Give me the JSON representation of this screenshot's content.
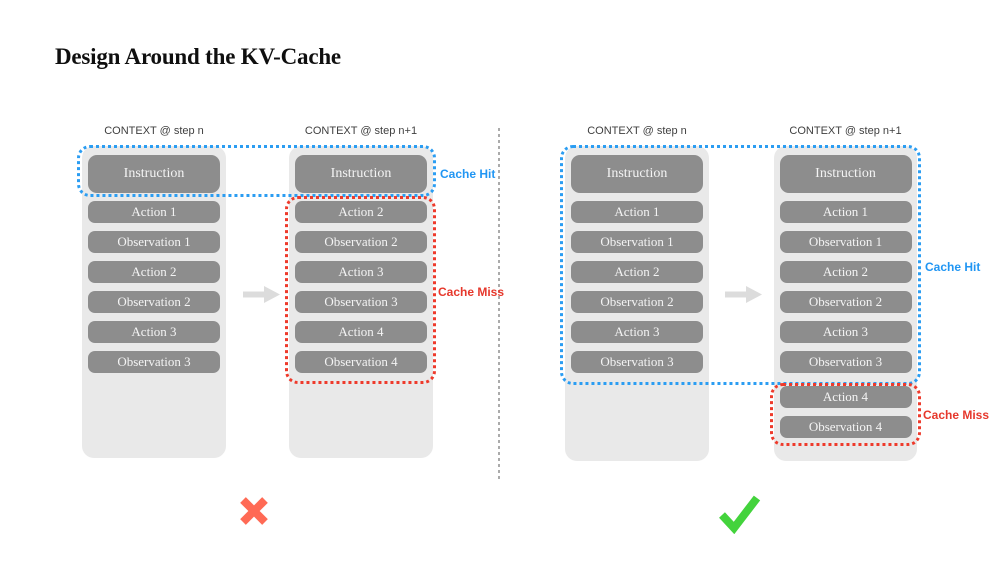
{
  "title": "Design Around the KV-Cache",
  "labels": {
    "cache_hit": "Cache Hit",
    "cache_miss": "Cache Miss"
  },
  "panels": {
    "bad": {
      "verdict": "cross",
      "col1": {
        "header": "CONTEXT @ step n",
        "boxes": [
          "Instruction",
          "Action 1",
          "Observation 1",
          "Action 2",
          "Observation 2",
          "Action 3",
          "Observation 3"
        ]
      },
      "col2": {
        "header": "CONTEXT @ step n+1",
        "boxes": [
          "Instruction",
          "Action 2",
          "Observation 2",
          "Action 3",
          "Observation 3",
          "Action 4",
          "Observation 4"
        ]
      }
    },
    "good": {
      "verdict": "check",
      "col1": {
        "header": "CONTEXT @ step n",
        "boxes": [
          "Instruction",
          "Action 1",
          "Observation 1",
          "Action 2",
          "Observation 2",
          "Action 3",
          "Observation 3"
        ]
      },
      "col2": {
        "header": "CONTEXT @ step n+1",
        "boxes": [
          "Instruction",
          "Action 1",
          "Observation 1",
          "Action 2",
          "Observation 2",
          "Action 3",
          "Observation 3",
          "Action 4",
          "Observation 4"
        ]
      }
    }
  },
  "colors": {
    "cache_hit_blue": "#2196f3",
    "cache_miss_red": "#ee3a2b",
    "cross_red": "#ff6a55",
    "check_green": "#43d33c",
    "box_gray": "#8d8d8d",
    "column_gray": "#e9e9e9"
  }
}
